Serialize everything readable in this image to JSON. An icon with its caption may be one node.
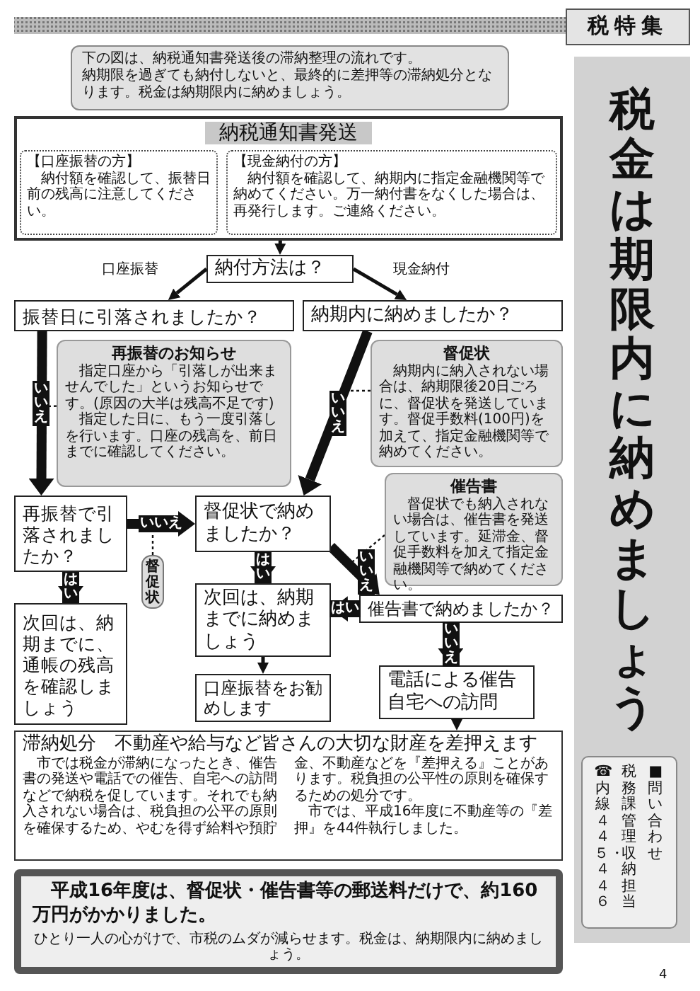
{
  "diagram": {
    "nodes": [
      {
        "text": [
          "税特集"
        ]
      },
      {
        "text": [
          "下の図は、納税通知書発送後の滞納整理の流れです。",
          "納期限を過ぎても納付しないと、最終的に差押等の滞納処分となります。税金は納期限内に納めましょう。"
        ]
      },
      {
        "text": [
          "納税通知書発送"
        ]
      },
      {
        "text": [
          "【口座振替の方】",
          "納付額を確認して、振替日前の残高に注意してください。"
        ],
        "in": 2
      },
      {
        "text": [
          "【現金納付の方】",
          "納付額を確認して、納期内に指定金融機関等で納めてください。万一納付書をなくした場合は、再発行します。ご連絡ください。"
        ],
        "in": 2
      },
      {
        "text": [
          "納付方法は？"
        ]
      },
      {
        "text": [
          "振替日に引落されましたか？"
        ]
      },
      {
        "text": [
          "納期内に納めましたか？"
        ]
      },
      {
        "text": [
          "再振替のお知らせ",
          "指定口座から「引落しが出来ませんでした」というお知らせです。(原因の大半は残高不足です)",
          "指定した日に、もう一度引落しを行います。口座の残高を、前日までに確認してください。"
        ]
      },
      {
        "text": [
          "督促状",
          "納期内に納入されない場合は、納期限後20日ごろに、督促状を発送しています。督促手数料(100円)を加えて、指定金融機関等で納めてください。"
        ]
      },
      {
        "text": [
          "再振替で引落されましたか？"
        ]
      },
      {
        "text": [
          "督促状で納めましたか？"
        ]
      },
      {
        "text": [
          "催告書",
          "督促状でも納入されない場合は、催告書を発送しています。延滞金、督促手数料を加えて指定金融機関等で納めてください。"
        ]
      },
      {
        "text": [
          "督促状"
        ]
      },
      {
        "text": [
          "催告書で納めましたか？"
        ]
      },
      {
        "text": [
          "次回は、納期までに、通帳の残高を確認しましょう"
        ]
      },
      {
        "text": [
          "次回は、納期までに納めましょう"
        ]
      },
      {
        "text": [
          "口座振替をお勧めします"
        ]
      },
      {
        "text": [
          "電話による催告",
          "自宅への訪問"
        ]
      },
      {
        "text": [
          "滞納処分　不動産や給与など皆さんの大切な財産を差押えます",
          "市では税金が滞納になったとき、催告書の発送や電話での催告、自宅への訪問などで納税を促しています。それでも納入されない場合は、税負担の公平の原則を確保するため、やむを得ず給料や預貯金、不動産などを『差押える』ことがあります。税負担の公平性の原則を確保するための処分です。",
          "市では、平成16年度に不動産等の『差押』を44件執行しました。"
        ]
      },
      {
        "text": [
          "平成16年度は、督促状・催告書等の郵送料だけで、約160万円がかかりました。",
          "ひとり一人の心がけで、市税のムダが減らせます。税金は、納期限内に納めましょう。"
        ]
      },
      {
        "text": [
          "税金は期限内に納めましょう"
        ]
      },
      {
        "text": [
          "☎内線４４５・４４６",
          "税務課管理収納担当",
          "■問い合わせ"
        ],
        "in": 21
      }
    ],
    "edges": [
      {
        "from": 2,
        "to": 5,
        "arrow": "to"
      },
      {
        "from": 5,
        "to": 6,
        "arrow": "to",
        "label": "口座振替"
      },
      {
        "from": 5,
        "to": 7,
        "arrow": "to",
        "label": "現金納付"
      },
      {
        "from": 6,
        "to": 10,
        "arrow": "to",
        "label": "いいえ",
        "style": "thick"
      },
      {
        "from": 7,
        "to": 11,
        "arrow": "to",
        "label": "いいえ",
        "style": "thick"
      },
      {
        "from": 10,
        "to": 11,
        "arrow": "to",
        "label": "いいえ",
        "style": "thick"
      },
      {
        "from": 10,
        "to": 15,
        "arrow": "to",
        "label": "はい",
        "style": "thick"
      },
      {
        "from": 11,
        "to": 16,
        "arrow": "to",
        "label": "はい",
        "style": "thick"
      },
      {
        "from": 11,
        "to": 14,
        "arrow": "to",
        "label": "いいえ",
        "style": "thick"
      },
      {
        "from": 14,
        "to": 16,
        "arrow": "to",
        "label": "はい",
        "style": "thick"
      },
      {
        "from": 14,
        "to": 18,
        "arrow": "to",
        "label": "いいえ",
        "style": "thick"
      },
      {
        "from": 16,
        "to": 17,
        "arrow": "to"
      },
      {
        "from": 18,
        "to": 19,
        "arrow": "to"
      },
      {
        "from": 8,
        "to": null,
        "arrow": "none",
        "style": "dashed"
      },
      {
        "from": 9,
        "to": null,
        "arrow": "none",
        "style": "dashed"
      },
      {
        "from": 12,
        "to": null,
        "arrow": "none",
        "style": "dashed"
      },
      {
        "from": 13,
        "to": null,
        "arrow": "none",
        "style": "dashed"
      }
    ],
    "labels": [
      "4"
    ]
  }
}
